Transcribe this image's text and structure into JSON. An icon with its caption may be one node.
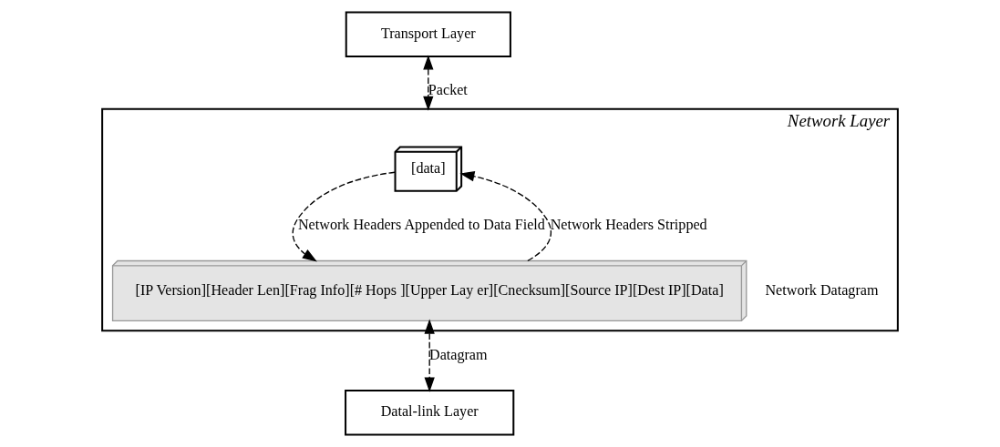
{
  "diagram": {
    "nodes": [
      {
        "text": [
          "Transport Layer"
        ]
      },
      {
        "text": [
          "Network Layer"
        ]
      },
      {
        "text": [
          "[data]"
        ],
        "in": 1
      },
      {
        "text": [
          "[IP Version][Header Len][Frag Info][# Hops ][Upper Lay er][Cnecksum][Source IP][Dest IP][Data]"
        ],
        "in": 1,
        "beside": [
          "Network Datagram"
        ]
      },
      {
        "text": [
          "Datal-link Layer"
        ]
      }
    ],
    "edges": [
      {
        "from": 0,
        "to": 1,
        "arrow": "both",
        "label": "Packet",
        "style": "dashed"
      },
      {
        "from": 3,
        "to": 2,
        "arrow": "to",
        "label": "Network Headers Stripped",
        "style": "dashed"
      },
      {
        "from": 2,
        "to": 3,
        "arrow": "to",
        "label": "Network Headers Appended to Data Field",
        "style": "dashed"
      },
      {
        "from": 3,
        "to": 4,
        "arrow": "both",
        "label": "Datagram",
        "style": "dashed"
      }
    ]
  }
}
